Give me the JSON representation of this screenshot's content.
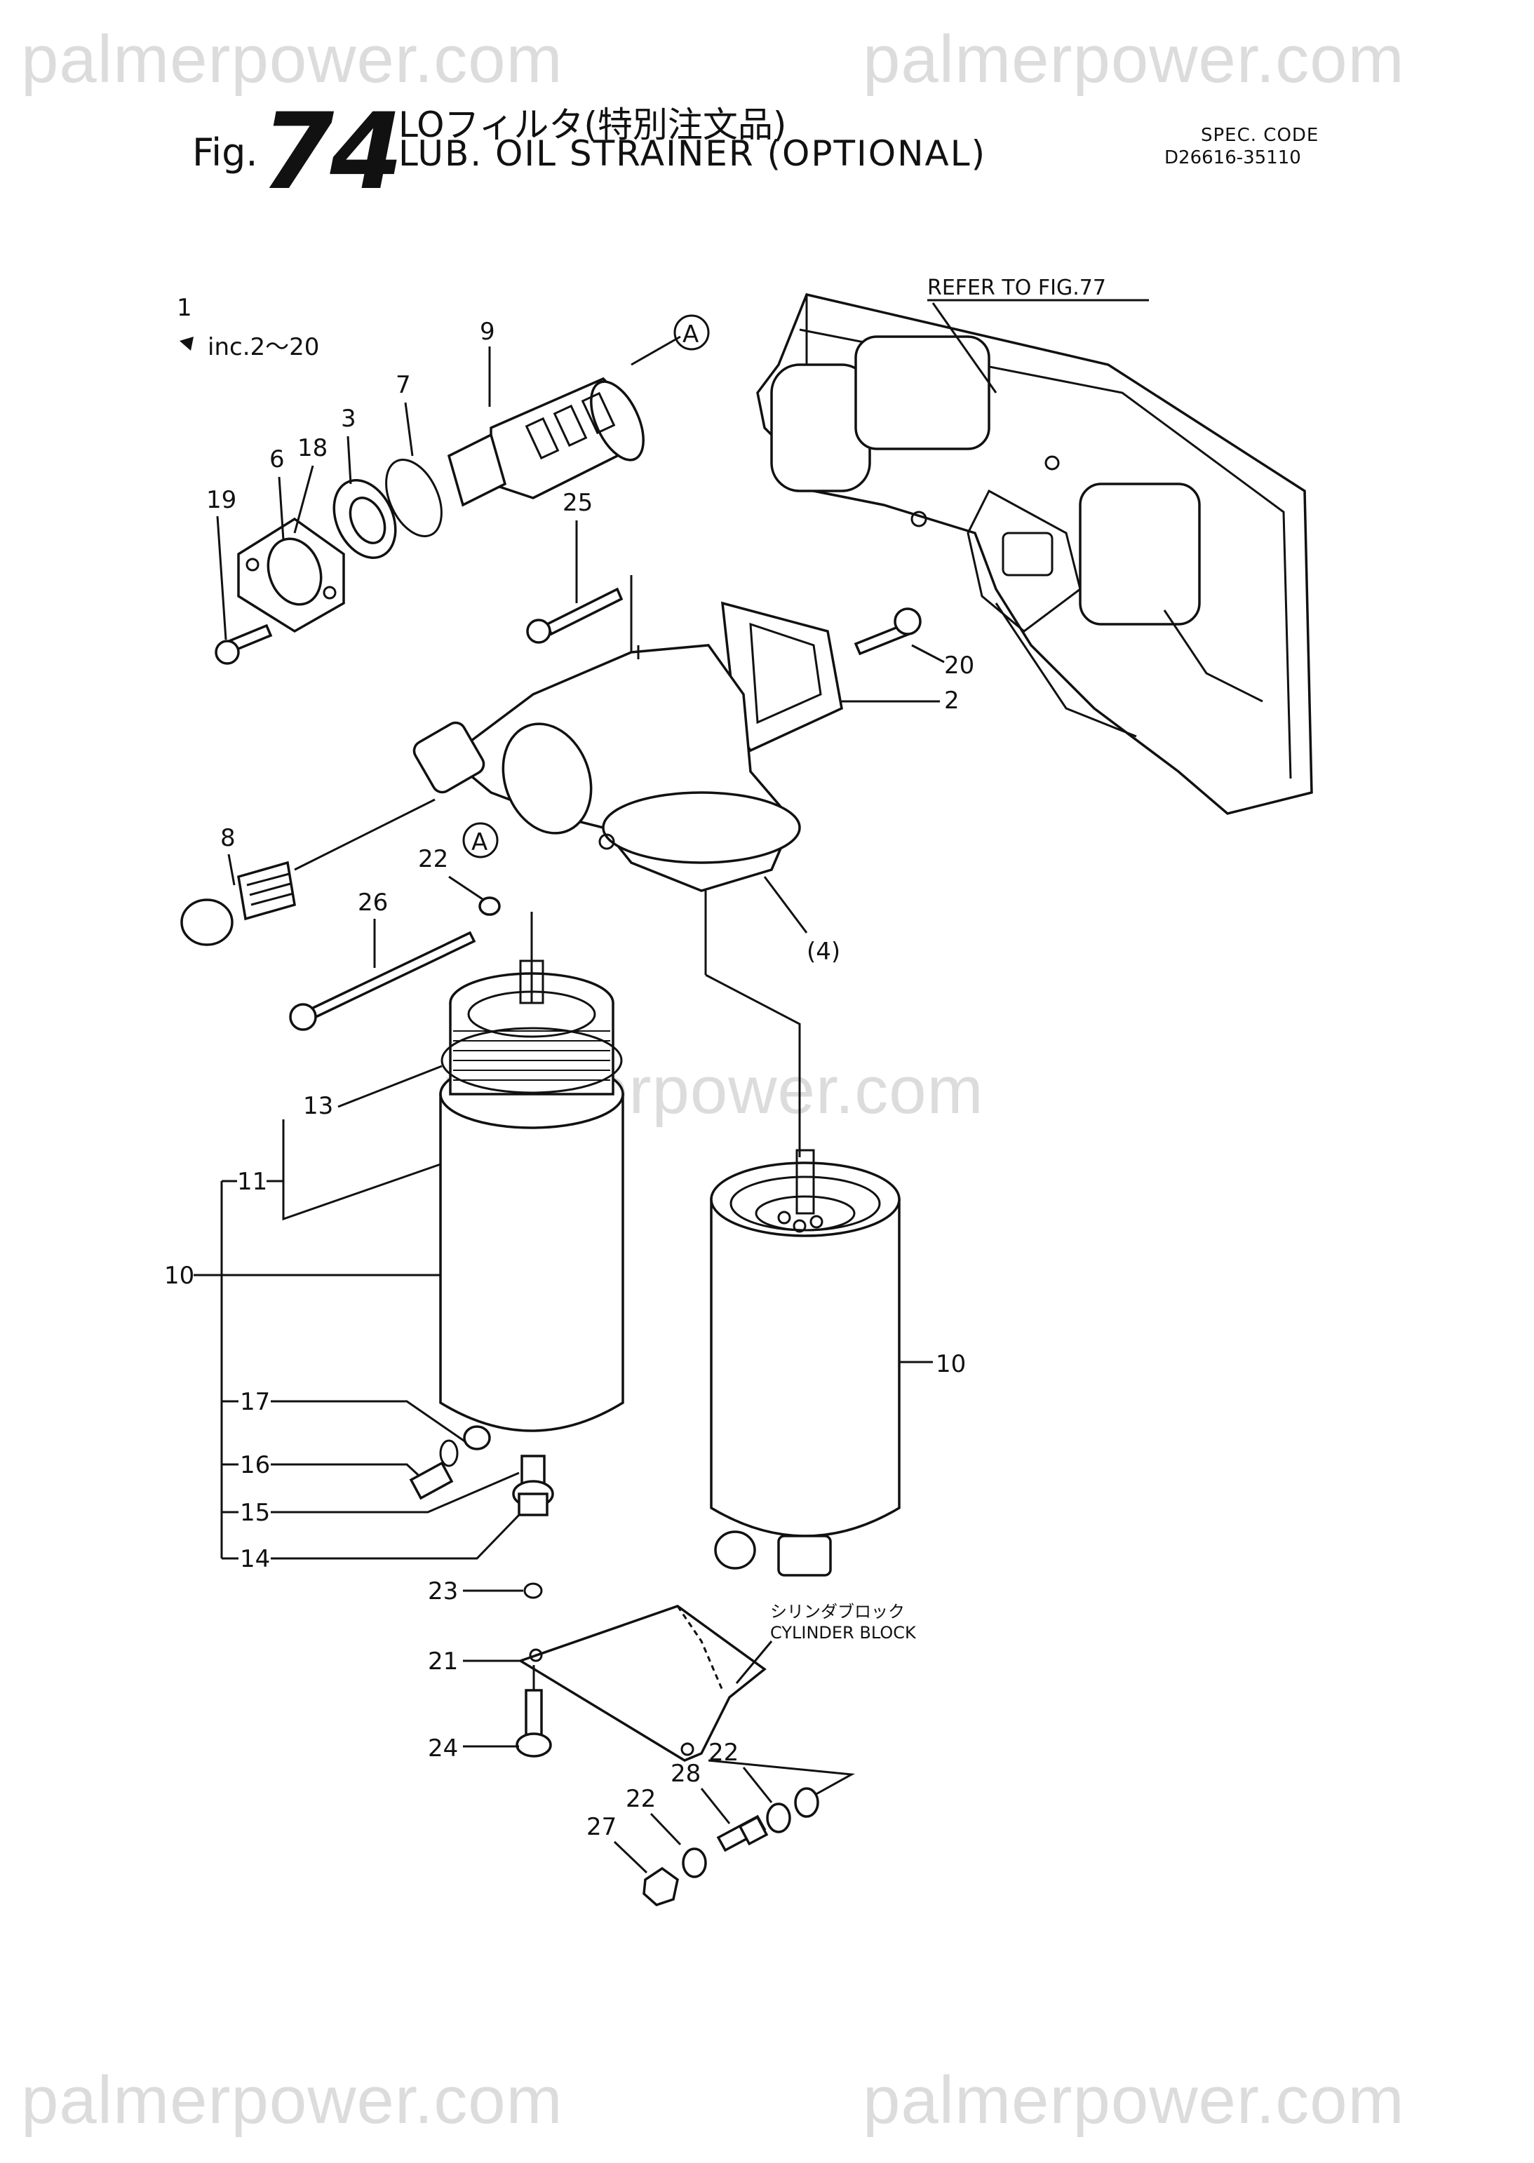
{
  "watermarks": [
    "palmerpower.com",
    "palmerpower.com",
    "palmerpower.com",
    "palmerpower.com",
    "palmerpower.com"
  ],
  "header": {
    "fig_word": "Fig.",
    "fig_number": "74",
    "title_jp": "LOフィルタ(特別注文品)",
    "title_en": "LUB. OIL STRAINER (OPTIONAL)",
    "spec_label": "SPEC. CODE",
    "spec_code": "D26616-35110"
  },
  "diagram": {
    "refer_note": "REFER TO FIG.77",
    "include_note": "inc.2～20",
    "cylinder_block_jp": "シリンダブロック",
    "cylinder_block_en": "CYLINDER BLOCK",
    "callout_a": "A",
    "labels": {
      "p1": "1",
      "p2": "2",
      "p3": "3",
      "p4": "(4)",
      "p6": "6",
      "p7": "7",
      "p8": "8",
      "p9": "9",
      "p10a": "10",
      "p10b": "10",
      "p11": "11",
      "p13": "13",
      "p14": "14",
      "p15": "15",
      "p16": "16",
      "p17": "17",
      "p18": "18",
      "p19": "19",
      "p20": "20",
      "p21": "21",
      "p22a": "22",
      "p22b": "22",
      "p22c": "22",
      "p23": "23",
      "p24": "24",
      "p25": "25",
      "p26": "26",
      "p27": "27",
      "p28": "28"
    }
  }
}
